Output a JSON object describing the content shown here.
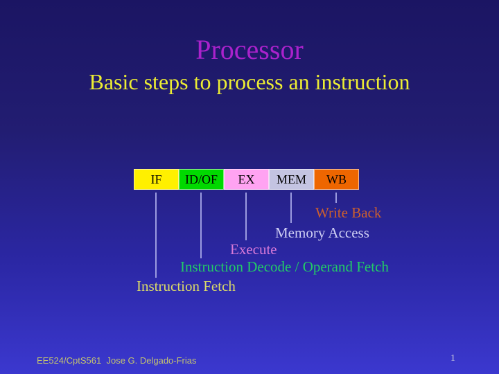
{
  "slide": {
    "title": "Processor",
    "subtitle": "Basic steps to process an instruction",
    "footer": "EE524/CptS561  Jose G. Delgado-Frias",
    "page_number": "1"
  },
  "pipeline": {
    "stages": [
      {
        "abbr": "IF",
        "label": "Instruction Fetch",
        "box_color": "#FFF000",
        "label_color": "#DADA68"
      },
      {
        "abbr": "ID/OF",
        "label": "Instruction Decode / Operand Fetch",
        "box_color": "#00D900",
        "label_color": "#22CC66"
      },
      {
        "abbr": "EX",
        "label": "Execute",
        "box_color": "#FFA3F2",
        "label_color": "#D97AD9"
      },
      {
        "abbr": "MEM",
        "label": "Memory Access",
        "box_color": "#C4C4E2",
        "label_color": "#CFCFF4"
      },
      {
        "abbr": "WB",
        "label": "Write Back",
        "box_color": "#EE6600",
        "label_color": "#CC5F2E"
      }
    ]
  },
  "colors": {
    "title": "#AA22CC",
    "subtitle": "#EDED33",
    "connector": "#9C9CE0",
    "footer": "#C3C370",
    "page_number": "#C3C3DC",
    "background_top": "#1B1563",
    "background_bottom": "#3B38CF"
  }
}
